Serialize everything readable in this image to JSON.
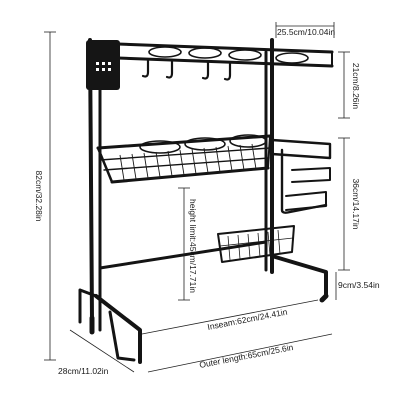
{
  "dimensions": {
    "top_width": "25.5cm/10.04in",
    "shelf_gap": "21cm/8.26in",
    "total_height": "82cm/32.28in",
    "side_height": "36cm/14.17in",
    "foot_height": "9cm/3.54in",
    "height_limit": "height limit:45cm/17.71in",
    "inseam": "Inseam:62cm/24.41in",
    "outer_length": "Outer length:65cm/25.6in",
    "depth": "28cm/11.02in"
  }
}
